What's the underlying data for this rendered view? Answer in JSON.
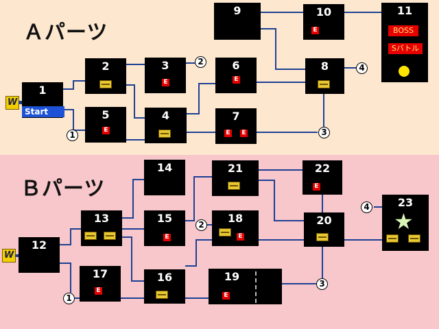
{
  "parts": {
    "a_title": "Ａパーツ",
    "b_title": "Ｂパーツ"
  },
  "icons": {
    "warp": "W",
    "enemy": "E",
    "chest": "treasure-chest",
    "smiley": "smiley-face",
    "star": "star"
  },
  "start_label": "Start",
  "boss_labels": [
    "BOSS",
    "Sバトル"
  ],
  "rooms": {
    "r1": "1",
    "r2": "2",
    "r3": "3",
    "r4": "4",
    "r5": "5",
    "r6": "6",
    "r7": "7",
    "r8": "8",
    "r9": "9",
    "r10": "10",
    "r11": "11",
    "r12": "12",
    "r13": "13",
    "r14": "14",
    "r15": "15",
    "r16": "16",
    "r17": "17",
    "r18": "18",
    "r19": "19",
    "r20": "20",
    "r21": "21",
    "r22": "22",
    "r23": "23"
  },
  "connectors": {
    "c1": "1",
    "c2": "2",
    "c3": "3",
    "c4": "4"
  },
  "colors": {
    "partA_bg": "#fde8cf",
    "partB_bg": "#f7c7cb",
    "room": "#000000",
    "wire": "#1c3f94",
    "enemy": "#e60000",
    "start": "#1d52d6"
  }
}
